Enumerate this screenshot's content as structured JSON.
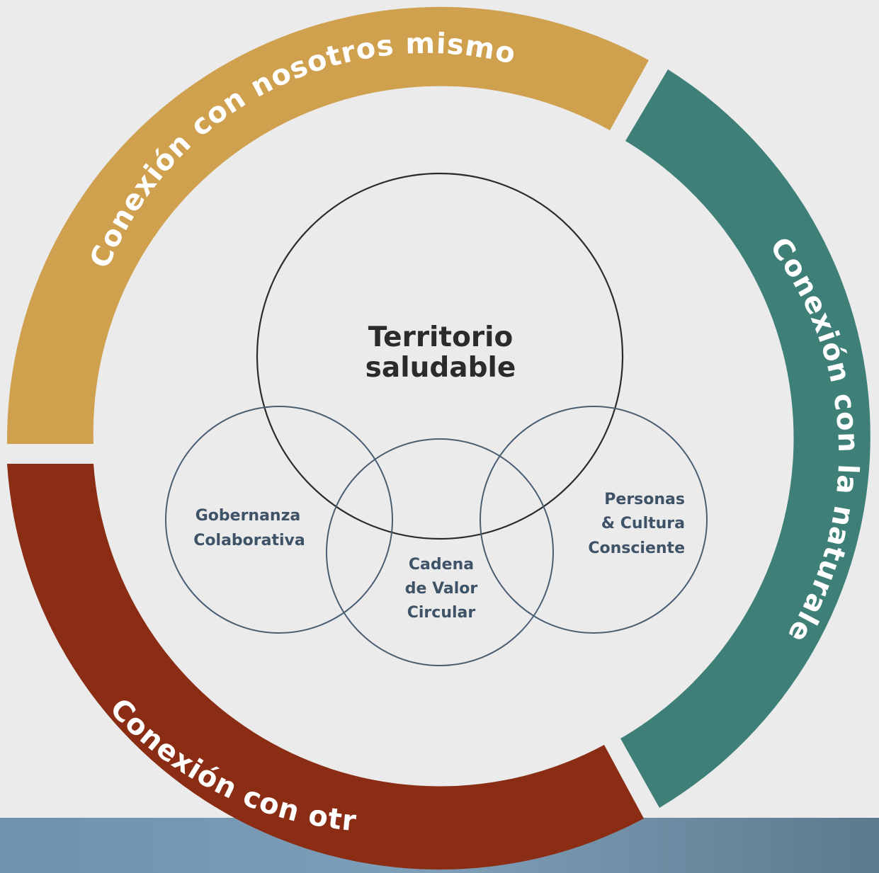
{
  "colors": {
    "background": "#ebebeb",
    "self": "#cfa04e",
    "nature": "#3e8077",
    "others": "#8b2d14",
    "core_stroke": "#2b2b2b",
    "pillar_stroke": "#4a5e72",
    "pillar_text": "#3f5368"
  },
  "rings": {
    "self": "Conexión con nosotros mismos",
    "nature": "Conexión con la naturaleza",
    "others": "Conexión con otros"
  },
  "core": {
    "line1": "Territorio",
    "line2": "saludable"
  },
  "pillars": {
    "governance": {
      "line1": "Gobernanza",
      "line2": "Colaborativa"
    },
    "value_chain": {
      "line1": "Cadena",
      "line2": "de Valor",
      "line3": "Circular"
    },
    "people": {
      "line1": "Personas",
      "line2": "& Cultura",
      "line3": "Consciente"
    }
  }
}
